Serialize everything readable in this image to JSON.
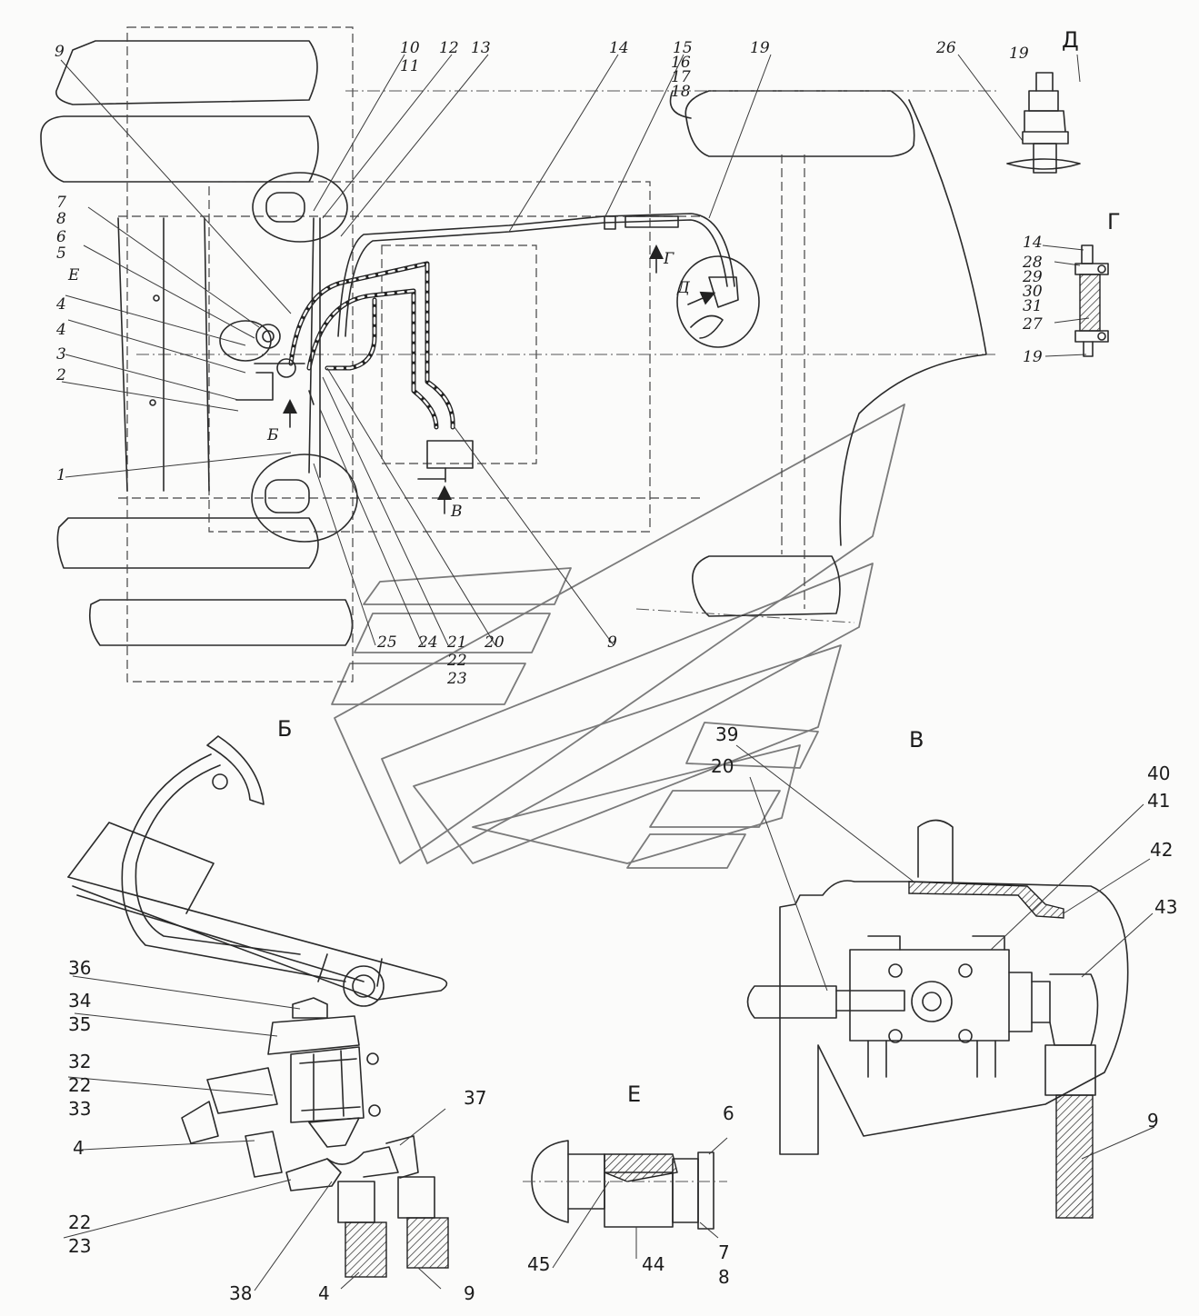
{
  "labels": {
    "n9a": "9",
    "n10": "10",
    "n11": "11",
    "n12": "12",
    "n13": "13",
    "n14a": "14",
    "n15": "15",
    "n16": "16",
    "n17": "17",
    "n18": "18",
    "n19a": "19",
    "n7a": "7",
    "n8a": "8",
    "n6a": "6",
    "n5": "5",
    "n4a": "4",
    "n4b": "4",
    "n3": "3",
    "n2": "2",
    "n1": "1",
    "n25": "25",
    "n24": "24",
    "n21": "21",
    "n22a": "22",
    "n23a": "23",
    "n20a": "20",
    "n9b": "9",
    "n26": "26",
    "n19b": "19",
    "n14b": "14",
    "n28": "28",
    "n29": "29",
    "n30": "30",
    "n31": "31",
    "n27": "27",
    "n19c": "19",
    "n36": "36",
    "n34": "34",
    "n35": "35",
    "n32": "32",
    "n22b": "22",
    "n33": "33",
    "n4c": "4",
    "n22c": "22",
    "n23b": "23",
    "n38": "38",
    "n4d": "4",
    "n9c": "9",
    "n37": "37",
    "n45": "45",
    "n44": "44",
    "n7b": "7",
    "n8b": "8",
    "n6b": "6",
    "n39": "39",
    "n20b": "20",
    "n40": "40",
    "n41": "41",
    "n42": "42",
    "n43": "43",
    "n9d": "9"
  },
  "views": {
    "E_mark": "Е",
    "B_mark": "Б",
    "V_mark": "В",
    "G_mark": "Г",
    "D_mark": "Д",
    "D_title": "Д",
    "G_title": "Г",
    "B_title": "Б",
    "V_title": "В",
    "E_title": "Е"
  }
}
